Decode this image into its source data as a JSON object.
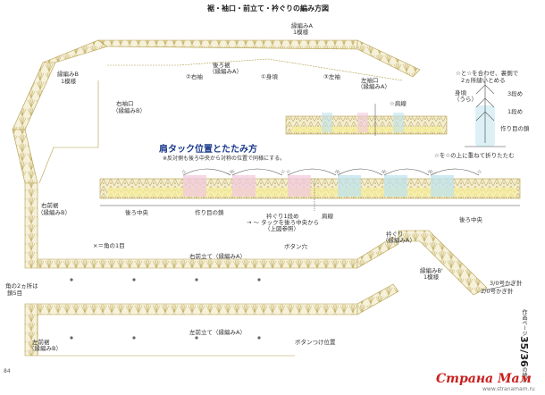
{
  "page_title": "裾・袖口・前立て・衿ぐりの編み方図",
  "labels": {
    "border_a_1": "縁編みA",
    "border_a_1_sub": "1模様",
    "border_b_left": "縁編みB",
    "border_b_left_sub": "1模様",
    "back_hem": "後ろ裾",
    "back_hem_sub": "（縁編みA）",
    "right_sleeve_2": "②右袖",
    "neck_1": "①身頃",
    "left_sleeve_3": "③左袖",
    "left_cuff": "左袖口",
    "left_cuff_sub": "（縁編みA）",
    "right_cuff": "右袖口",
    "right_cuff_sub": "（縁編みB）",
    "right_front_hem": "右前裾",
    "right_front_hem_sub": "（縁編みB）",
    "back_center": "後ろ中央",
    "back_center_right": "後ろ中央",
    "turn_ref": "作り目の鎖",
    "neck_row": "衿ぐり1段め",
    "neck_row_note": "→ 〜 タックを後ろ中央から",
    "neck_row_note2": "（上図参照）",
    "shoulder_line": "肩線",
    "corner_1": "×＝角の1目",
    "right_front_band": "右前立て（縁編みA）",
    "button_hole": "ボタン穴",
    "neckline_right": "衿ぐり",
    "neckline_right_sub": "（縁編みA）",
    "border_b_prime": "縁編みB'",
    "border_b_prime_sub": "1模様",
    "hook_3_0": "3/0号かぎ針",
    "hook_2_0": "2/0号かぎ針",
    "corner_2": "角の2ヵ所は",
    "corner_2_sub": "鎖5目",
    "left_front_hem": "左前裾",
    "left_front_hem_sub": "（縁編みB）",
    "left_front_band": "左前立て（縁編みA）",
    "button_pos": "ボタンつけ位置",
    "shoulder_line_top": "☆肩線",
    "tuck_note_top": "☆と☆を合わせ、裏側で",
    "tuck_note_top2": "2ヵ所縫いとめる",
    "body_back": "身頃",
    "body_back_sub": "（うら）",
    "row_3": "3段め",
    "row_1": "1段め",
    "row_chain": "作り目の鎖",
    "fold_note": "☆を☆の上に重ねて折りたたむ"
  },
  "section": {
    "title": "肩タック位置とたたみ方",
    "note": "※反対側も後ろ中央から対称の位置で同様にする。"
  },
  "side": {
    "ref": "35/36",
    "ref_prefix": "作品ページ",
    "ref_suffix": "の続き",
    "page_num": "84"
  },
  "watermark": {
    "text": "Страна Мам",
    "caption": "www.stranamam.ru"
  },
  "colors": {
    "lace": "#c9b46a",
    "lace_light": "#e6dcae",
    "pink_fill": "#f1c9de",
    "blue_fill": "#bfe3ee",
    "yellow_fill": "#f6ee9a"
  }
}
